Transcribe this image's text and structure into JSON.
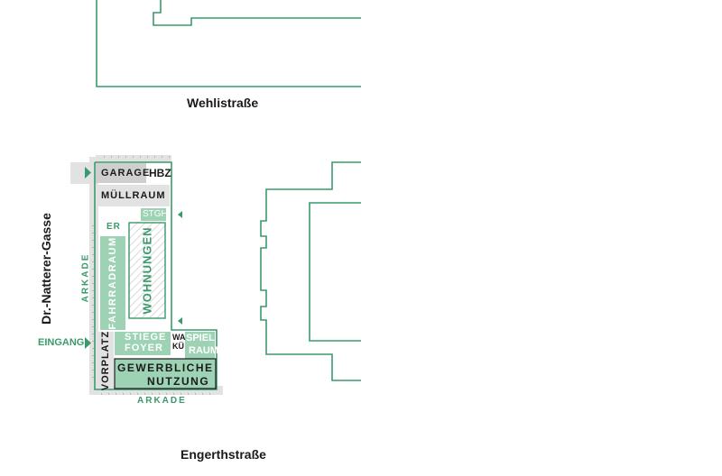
{
  "colors": {
    "green": "#3a9a6a",
    "green_light": "#9ed2b4",
    "grey_light": "#e2e2e2",
    "grey_mid": "#cfcfcf",
    "dark": "#1a1a1a"
  },
  "streets": {
    "top": "Wehlistraße",
    "bottom": "Engerthstraße",
    "left": "Dr.-Natterer-Gasse"
  },
  "rooms": {
    "garage": "GARAGE",
    "hbz": "HBZ",
    "muellraum": "MÜLLRAUM",
    "stgh": "STGH",
    "er": "ER",
    "wohnungen": "WOHNUNGEN",
    "fahrradraum": "FAHRRADRAUM",
    "stiege_foyer_1": "STIEGE",
    "stiege_foyer_2": "FOYER",
    "waku_1": "WA",
    "waku_2": "KÜ",
    "spielraum_1": "SPIEL",
    "spielraum_2": "RAUM",
    "vorplatz": "VORPLATZ",
    "gewerbliche_1": "GEWERBLICHE",
    "gewerbliche_2": "NUTZUNG",
    "arkade_side": "ARKADE",
    "arkade_bottom": "ARKADE",
    "eingang": "EINGANG"
  }
}
